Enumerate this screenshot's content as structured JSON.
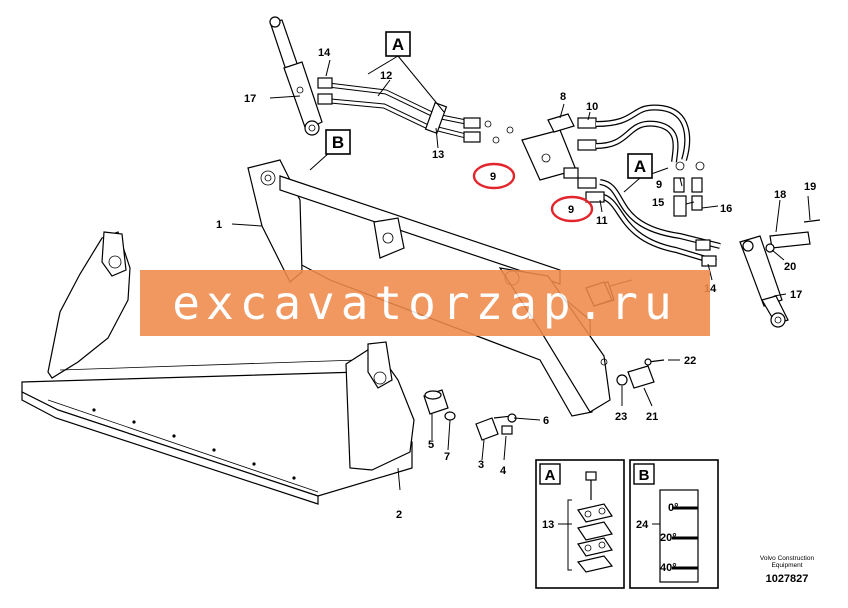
{
  "diagram": {
    "callouts": [
      {
        "id": "c1",
        "text": "1"
      },
      {
        "id": "c2",
        "text": "2"
      },
      {
        "id": "c3",
        "text": "3"
      },
      {
        "id": "c4",
        "text": "4"
      },
      {
        "id": "c5",
        "text": "5"
      },
      {
        "id": "c6",
        "text": "6"
      },
      {
        "id": "c7",
        "text": "7"
      },
      {
        "id": "c8",
        "text": "8"
      },
      {
        "id": "c9a",
        "text": "9"
      },
      {
        "id": "c9b",
        "text": "9"
      },
      {
        "id": "c9c",
        "text": "9"
      },
      {
        "id": "c10",
        "text": "10"
      },
      {
        "id": "c11",
        "text": "11"
      },
      {
        "id": "c12",
        "text": "12"
      },
      {
        "id": "c13",
        "text": "13"
      },
      {
        "id": "c14a",
        "text": "14"
      },
      {
        "id": "c14b",
        "text": "14"
      },
      {
        "id": "c15",
        "text": "15"
      },
      {
        "id": "c16",
        "text": "16"
      },
      {
        "id": "c17a",
        "text": "17"
      },
      {
        "id": "c17b",
        "text": "17"
      },
      {
        "id": "c18",
        "text": "18"
      },
      {
        "id": "c19",
        "text": "19"
      },
      {
        "id": "c20",
        "text": "20"
      },
      {
        "id": "c21",
        "text": "21"
      },
      {
        "id": "c22",
        "text": "22"
      },
      {
        "id": "c23",
        "text": "23"
      }
    ],
    "detail_tags": {
      "a_top": "A",
      "a_mid": "A",
      "b_top": "B"
    },
    "inset_a": {
      "tag": "A",
      "callout": "13"
    },
    "inset_b": {
      "tag": "B",
      "callout": "24",
      "marks": [
        "0°",
        "20°",
        "40°"
      ]
    },
    "highlight_color": "#e2242c"
  },
  "watermark": {
    "text": "excavatorzap.ru",
    "color": "#f08a4b"
  },
  "footer": {
    "brand_line1": "Volvo Construction",
    "brand_line2": "Equipment",
    "doc_number": "1027827"
  }
}
